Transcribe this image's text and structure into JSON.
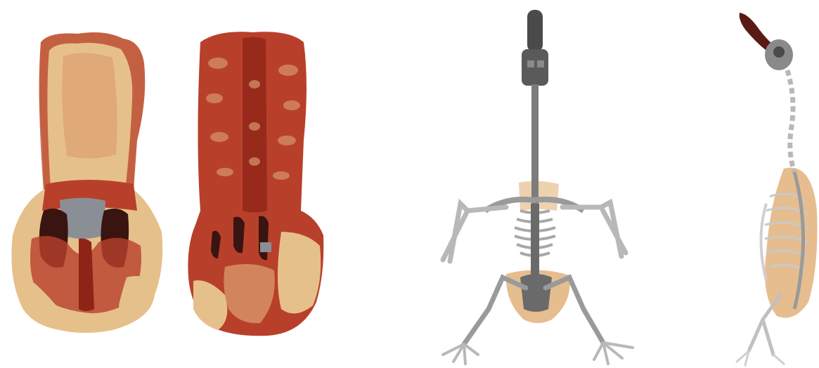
{
  "image": {
    "panels": [
      {
        "subject": "muscle-tissue-map-front"
      },
      {
        "subject": "muscle-tissue-map-back"
      },
      {
        "subject": "bird-skeleton-front-view"
      },
      {
        "subject": "bird-skeleton-side-view"
      }
    ]
  },
  "colors": {
    "background": "#ffffff",
    "tissue_light": "#e6c08a",
    "tissue_mid": "#d8966a",
    "tissue_red": "#b8402a",
    "tissue_dark_red": "#8e2418",
    "tissue_darkest": "#3a1410",
    "tissue_gray": "#8a8f96",
    "bone_gray": "#7c7c7c",
    "bone_light": "#c9c9c9",
    "bone_dark": "#4a4a4a",
    "beak_dark": "#5a1a14",
    "fat_tan": "#e2b27a"
  }
}
